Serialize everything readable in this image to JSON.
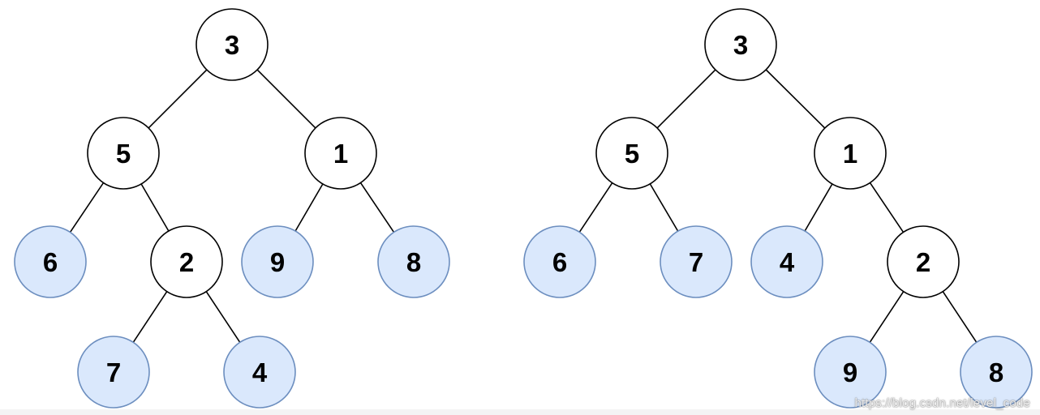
{
  "colors": {
    "internal_fill": "#ffffff",
    "leaf_fill": "#dae8fc",
    "stroke": "#000000",
    "leaf_stroke": "#6c8ebf",
    "text": "#000000"
  },
  "trees": [
    {
      "name": "left-tree",
      "nodes": [
        {
          "id": "a3",
          "label": "3",
          "leaf": false
        },
        {
          "id": "a5",
          "label": "5",
          "leaf": false
        },
        {
          "id": "a1",
          "label": "1",
          "leaf": false
        },
        {
          "id": "a6",
          "label": "6",
          "leaf": true
        },
        {
          "id": "a2",
          "label": "2",
          "leaf": false
        },
        {
          "id": "a9",
          "label": "9",
          "leaf": true
        },
        {
          "id": "a8",
          "label": "8",
          "leaf": true
        },
        {
          "id": "a7",
          "label": "7",
          "leaf": true
        },
        {
          "id": "a4",
          "label": "4",
          "leaf": true
        }
      ],
      "edges": [
        [
          "a3",
          "a5"
        ],
        [
          "a3",
          "a1"
        ],
        [
          "a5",
          "a6"
        ],
        [
          "a5",
          "a2"
        ],
        [
          "a1",
          "a9"
        ],
        [
          "a1",
          "a8"
        ],
        [
          "a2",
          "a7"
        ],
        [
          "a2",
          "a4"
        ]
      ]
    },
    {
      "name": "right-tree",
      "nodes": [
        {
          "id": "b3",
          "label": "3",
          "leaf": false
        },
        {
          "id": "b5",
          "label": "5",
          "leaf": false
        },
        {
          "id": "b1",
          "label": "1",
          "leaf": false
        },
        {
          "id": "b6",
          "label": "6",
          "leaf": true
        },
        {
          "id": "b7",
          "label": "7",
          "leaf": true
        },
        {
          "id": "b4",
          "label": "4",
          "leaf": true
        },
        {
          "id": "b2",
          "label": "2",
          "leaf": false
        },
        {
          "id": "b9",
          "label": "9",
          "leaf": true
        },
        {
          "id": "b8",
          "label": "8",
          "leaf": true
        }
      ],
      "edges": [
        [
          "b3",
          "b5"
        ],
        [
          "b3",
          "b1"
        ],
        [
          "b5",
          "b6"
        ],
        [
          "b5",
          "b7"
        ],
        [
          "b1",
          "b4"
        ],
        [
          "b1",
          "b2"
        ],
        [
          "b2",
          "b9"
        ],
        [
          "b2",
          "b8"
        ]
      ]
    }
  ],
  "watermark": "https://blog.csdn.net/level_code"
}
